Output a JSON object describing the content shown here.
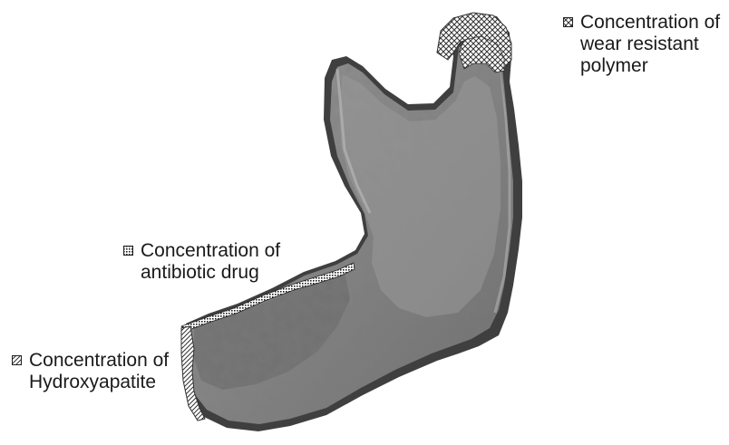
{
  "figure": {
    "subject": "mandible-bone-model"
  },
  "legend": [
    {
      "id": "polymer",
      "lines": [
        "Concentration of",
        "wear resistant",
        "polymer"
      ],
      "pattern": "crosshatch"
    },
    {
      "id": "antibiotic",
      "lines": [
        "Concentration of",
        "antibiotic drug"
      ],
      "pattern": "dense-dots"
    },
    {
      "id": "hydroxy",
      "lines": [
        "Concentration of",
        "Hydroxyapatite"
      ],
      "pattern": "diagonal-hatch"
    }
  ],
  "colors": {
    "bone_dark": "#4a4a4a",
    "bone_mid": "#7d7d7d",
    "bone_light": "#a8a8a8",
    "text": "#1a1a1a",
    "background": "#ffffff"
  }
}
